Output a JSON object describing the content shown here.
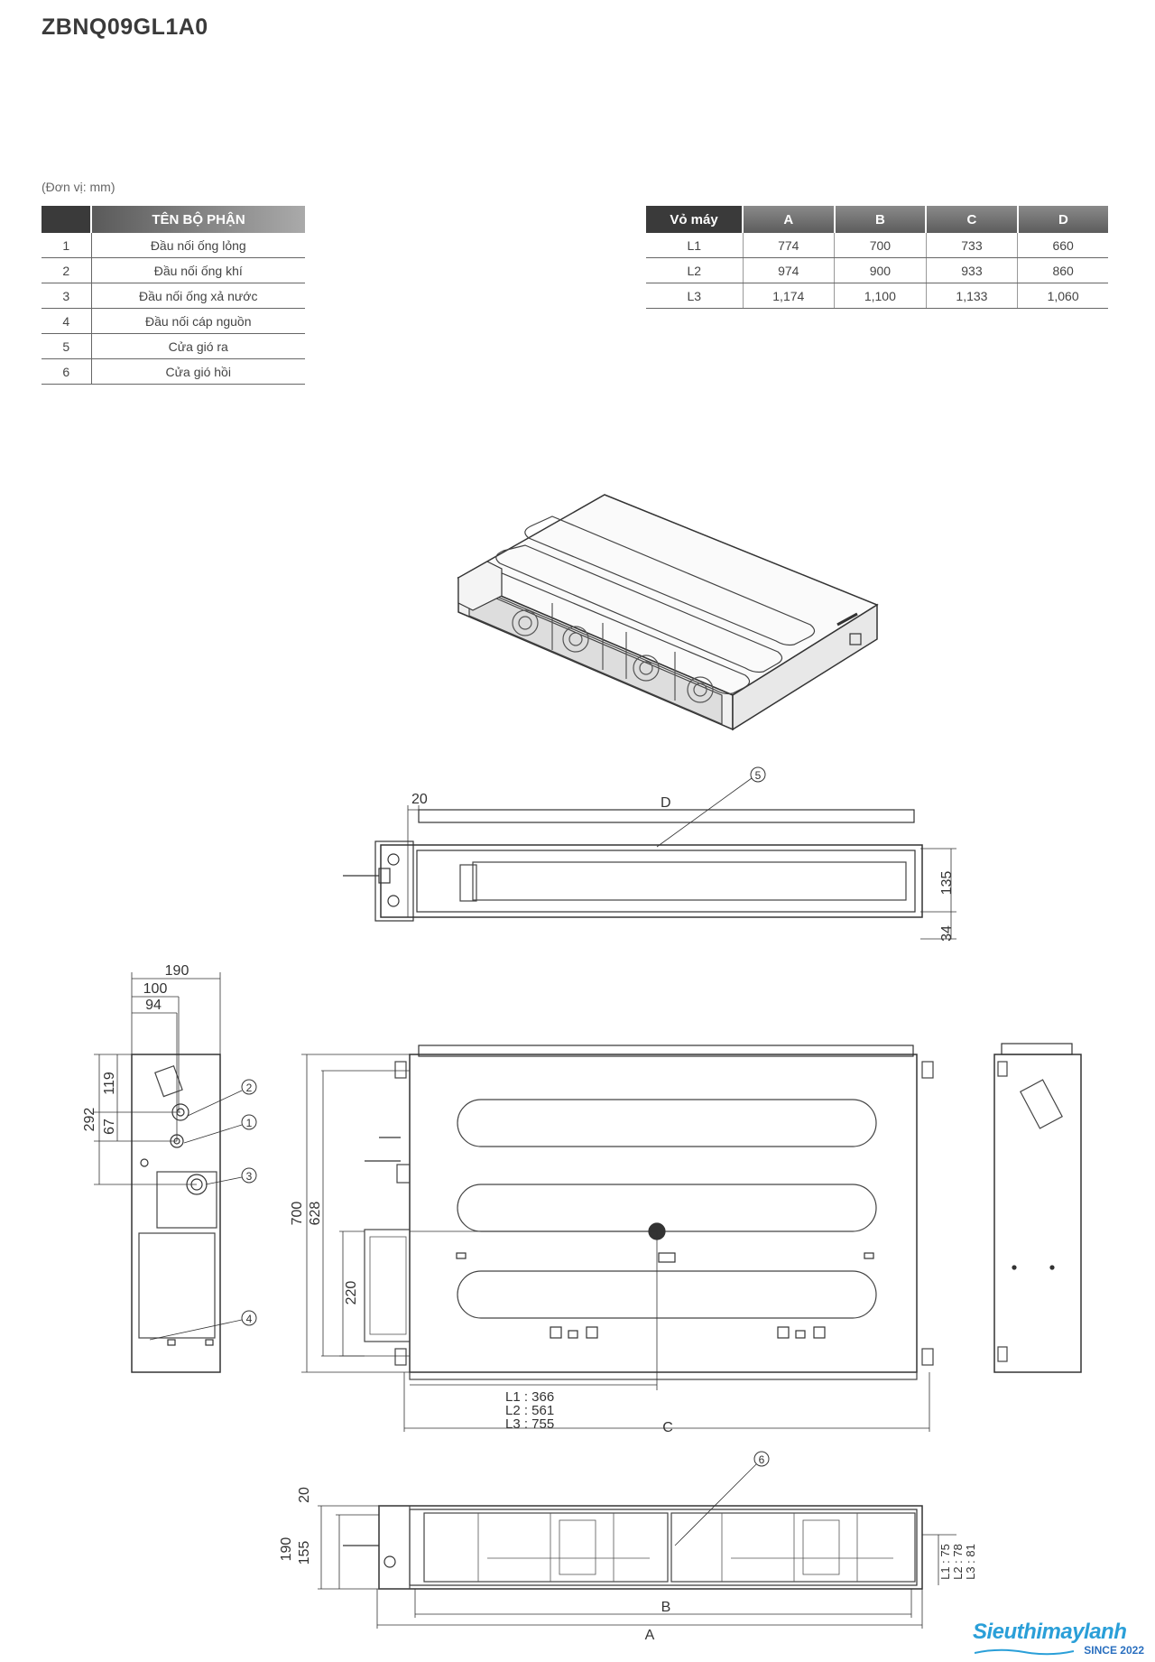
{
  "model": "ZBNQ09GL1A0",
  "unit_note": "(Đơn vị: mm)",
  "parts_table": {
    "header_num": "",
    "header_name": "TÊN BỘ PHẬN",
    "rows": [
      {
        "num": "1",
        "name": "Đầu nối ống lỏng"
      },
      {
        "num": "2",
        "name": "Đầu nối ống khí"
      },
      {
        "num": "3",
        "name": "Đầu nối ống xả nước"
      },
      {
        "num": "4",
        "name": "Đầu nối cáp nguồn"
      },
      {
        "num": "5",
        "name": "Cửa gió ra"
      },
      {
        "num": "6",
        "name": "Cửa gió hồi"
      }
    ]
  },
  "dims_table": {
    "headers": [
      "Vỏ máy",
      "A",
      "B",
      "C",
      "D"
    ],
    "rows": [
      [
        "L1",
        "774",
        "700",
        "733",
        "660"
      ],
      [
        "L2",
        "974",
        "900",
        "933",
        "860"
      ],
      [
        "L3",
        "1,174",
        "1,100",
        "1,133",
        "1,060"
      ]
    ]
  },
  "drawing": {
    "front": {
      "w20": "20",
      "d": "D",
      "h135": "135",
      "h34": "34",
      "callout5": "5"
    },
    "side": {
      "w190": "190",
      "w100": "100",
      "w94": "94",
      "h119": "119",
      "h292": "292",
      "h67": "67",
      "c1": "1",
      "c2": "2",
      "c3": "3",
      "c4": "4"
    },
    "top": {
      "h700": "700",
      "h628": "628",
      "h220": "220",
      "c": "C",
      "l1": "L1 : 366",
      "l2": "L2 : 561",
      "l3": "L3 : 755"
    },
    "rear": {
      "h20": "20",
      "h190": "190",
      "h155": "155",
      "b": "B",
      "a": "A",
      "callout6": "6",
      "r1": "L1 : 75",
      "r2": "L2 : 78",
      "r3": "L3 : 81"
    }
  },
  "logo": {
    "name": "Sieuthimaylanh",
    "since": "SINCE 2022"
  }
}
